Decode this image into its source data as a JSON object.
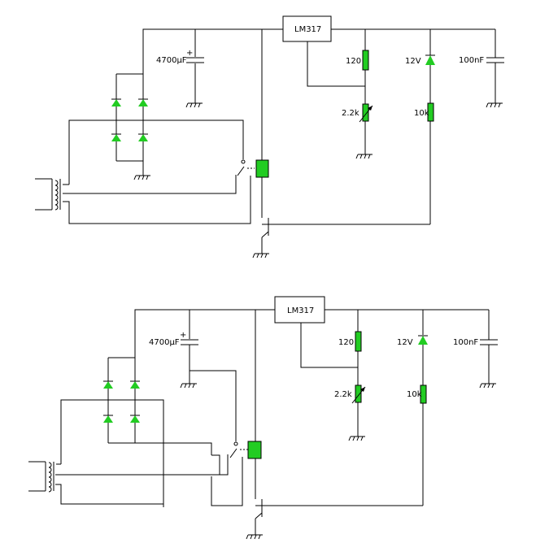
{
  "colors": {
    "component_fill": "#22cc22",
    "wire": "#000000",
    "background": "#ffffff"
  },
  "circuits": [
    {
      "regulator": "LM317",
      "capacitor_main": "4700µF",
      "capacitor_plus": "+",
      "resistor_top": "120",
      "resistor_var": "2.2k",
      "zener": "12V",
      "resistor_bottom": "10k",
      "capacitor_out": "100nF"
    },
    {
      "regulator": "LM317",
      "capacitor_main": "4700µF",
      "capacitor_plus": "+",
      "resistor_top": "120",
      "resistor_var": "2.2k",
      "zener": "12V",
      "resistor_bottom": "10k",
      "capacitor_out": "100nF"
    }
  ]
}
